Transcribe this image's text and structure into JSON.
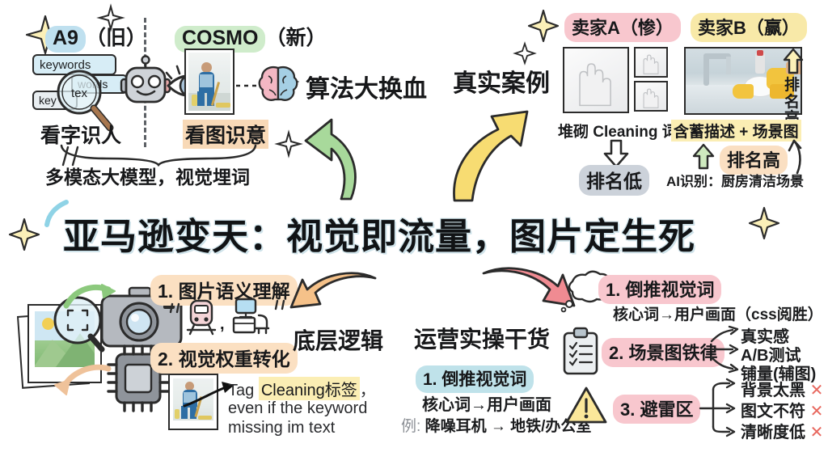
{
  "title": "亚马逊变天：视觉即流量，图片定生死",
  "top_left": {
    "old_label": "A9",
    "old_paren": "（旧）",
    "new_label": "COSMO",
    "new_paren": "（新）",
    "keyword_chips": [
      "keywords",
      "words",
      "key",
      "tex"
    ],
    "old_caption": "看字识人",
    "new_caption": "看图识意",
    "summary": "多模态大模型，视觉埋词",
    "icons": {
      "robot": "robot-icon",
      "eye": "eye-icon",
      "brain": "brain-icon",
      "magnifier": "magnifier-icon"
    }
  },
  "arrows": {
    "algo": "算法大换血",
    "case": "真实案例",
    "logic": "底层逻辑",
    "ops": "运营实操干货"
  },
  "seller_a": {
    "title": "卖家A（惨）",
    "caption": "堆砌 Cleaning 词",
    "result": "排名低"
  },
  "seller_b": {
    "title": "卖家B（赢）",
    "caption": "含蓄描述 + 场景图",
    "result": "排名高",
    "side_label": "排名高",
    "ai_note": "AI识别：厨房清洁场景"
  },
  "bottom_left": {
    "item1": "1. 图片语义理解",
    "item1_icons": "“ 🚆 , 🖥️ ”",
    "item2": "2. 视觉权重转化",
    "tag_line_1_a": "Tag ",
    "tag_line_1_b": "Cleaning标签",
    "tag_line_1_c": "，",
    "tag_line_2": "even if the keyword",
    "tag_line_3": "missing im text"
  },
  "bottom_mid": {
    "item1": "1. 倒推视觉词",
    "line1": "核心词→用户画面",
    "example_prefix": "例:",
    "example": "降噪耳机 → 地铁/办公室"
  },
  "bottom_right": {
    "item1": "1. 倒推视觉词",
    "item1_sub": "核心词→用户画面（css阅胜）",
    "item2": "2. 场景图铁律",
    "item2_points": [
      "真实感",
      "A/B测试",
      "铺量(辅图)"
    ],
    "item3": "3. 避雷区",
    "item3_points": [
      "背景太黑",
      "图文不符",
      "清晰度低"
    ],
    "cross": "✕"
  },
  "colors": {
    "blue_pill": "#bfe0ef",
    "green_pill": "#cfeccb",
    "pink_pill": "#f8c7ce",
    "yellow_pill": "#f8e9a8",
    "grey_pill": "#ccd2da",
    "green_arrow": "#a8d99b",
    "yellow_arrow": "#f7dc72",
    "orange_arrow": "#f5c189",
    "pink_arrow": "#f08b92",
    "title_shadow": "#cfe3ea",
    "cross_red": "#e8685f"
  }
}
